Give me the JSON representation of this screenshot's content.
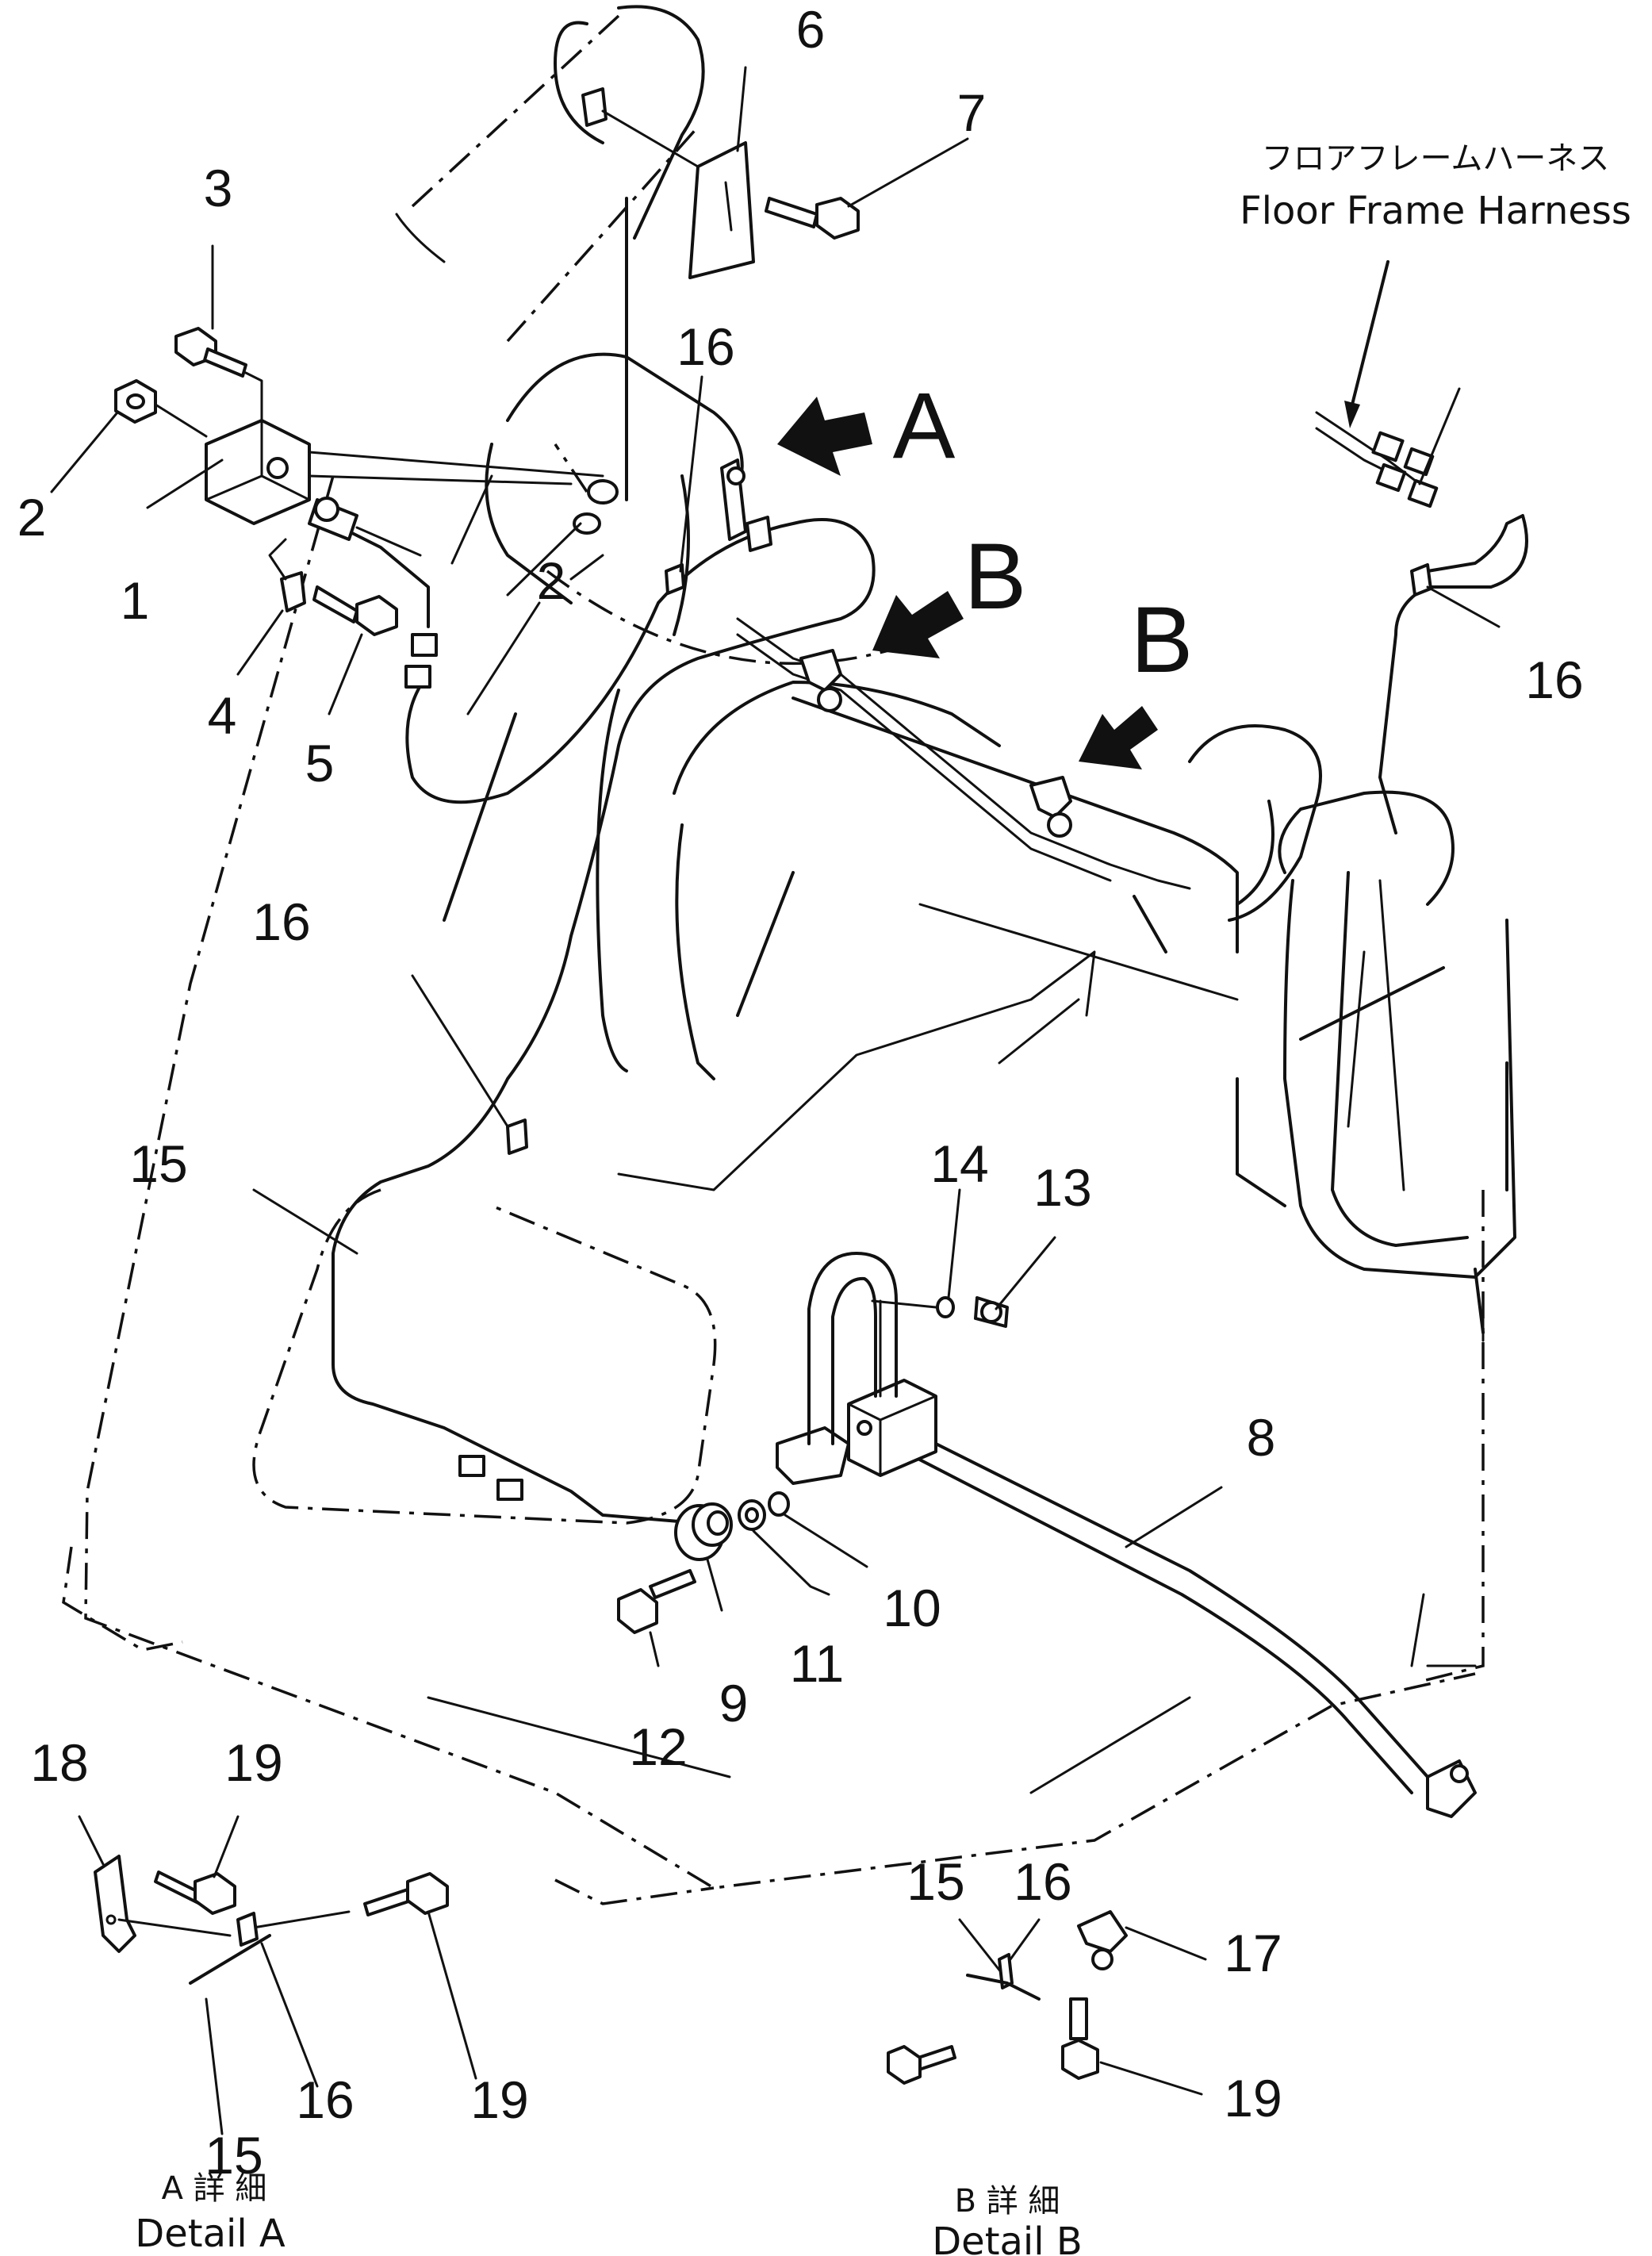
{
  "harness": {
    "japanese": "フロアフレームハーネス",
    "english": "Floor Frame Harness"
  },
  "view_labels": {
    "a": "A",
    "b1": "B",
    "b2": "B"
  },
  "detail_a": {
    "japanese": "A 詳 細",
    "english": "Detail A"
  },
  "detail_b": {
    "japanese": "B 詳 細",
    "english": "Detail B"
  },
  "callouts": {
    "c1": "1",
    "c2a": "2",
    "c2b": "2",
    "c3": "3",
    "c4": "4",
    "c5": "5",
    "c6": "6",
    "c7": "7",
    "c8": "8",
    "c9": "9",
    "c10": "10",
    "c11": "11",
    "c12": "12",
    "c13": "13",
    "c14": "14",
    "c15": "15",
    "c16a": "16",
    "c16b": "16",
    "c16c": "16",
    "a15": "15",
    "a16": "16",
    "a18": "18",
    "a19a": "19",
    "a19b": "19",
    "b15": "15",
    "b16": "16",
    "b17": "17",
    "b19": "19"
  }
}
